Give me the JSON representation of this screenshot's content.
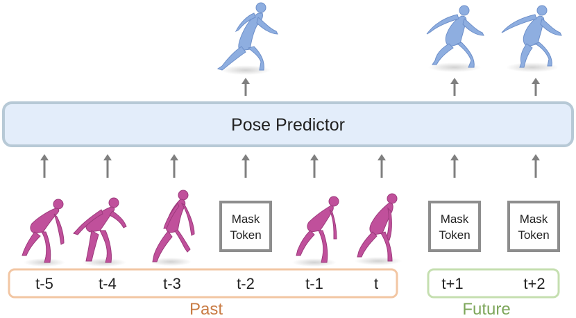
{
  "predictor": {
    "label": "Pose Predictor",
    "fill": "#e3edfa",
    "stroke": "#b7c9d6"
  },
  "arrows": {
    "color": "#7f7f7f"
  },
  "timesteps": [
    {
      "label": "t-5",
      "content": "pose",
      "group": "past"
    },
    {
      "label": "t-4",
      "content": "pose",
      "group": "past"
    },
    {
      "label": "t-3",
      "content": "pose",
      "group": "past"
    },
    {
      "label": "t-2",
      "content": "mask",
      "group": "past",
      "mask_lines": [
        "Mask",
        "Token"
      ]
    },
    {
      "label": "t-1",
      "content": "pose",
      "group": "past"
    },
    {
      "label": "t",
      "content": "pose",
      "group": "past"
    },
    {
      "label": "t+1",
      "content": "mask",
      "group": "future",
      "mask_lines": [
        "Mask",
        "Token"
      ]
    },
    {
      "label": "t+2",
      "content": "mask",
      "group": "future",
      "mask_lines": [
        "Mask",
        "Token"
      ]
    }
  ],
  "predicted_outputs": [
    "t-2",
    "t+1",
    "t+2"
  ],
  "groups": {
    "past": {
      "label": "Past",
      "color": "#f2c6a3",
      "text_color": "#c97c45"
    },
    "future": {
      "label": "Future",
      "color": "#c5dfb0",
      "text_color": "#7da65a"
    }
  },
  "figure_colors": {
    "input_pose": "#c0509b",
    "input_pose_shade": "#9c3a7c",
    "predicted_pose": "#8eaee0",
    "predicted_pose_shade": "#6d8fc9"
  },
  "icons": {
    "input_pose": "person-pose-icon",
    "predicted_pose": "person-pose-icon",
    "arrow": "arrow-up-icon"
  }
}
